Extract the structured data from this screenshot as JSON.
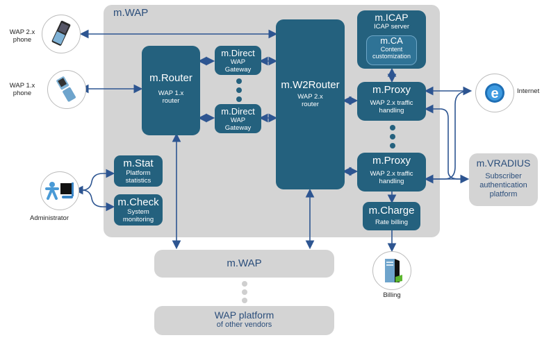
{
  "platform": {
    "title": "m.WAP"
  },
  "modules": {
    "router": {
      "title": "m.Router",
      "subtitle": "WAP 1.x router"
    },
    "direct1": {
      "title": "m.Direct",
      "subtitle": "WAP Gateway"
    },
    "direct2": {
      "title": "m.Direct",
      "subtitle": "WAP Gateway"
    },
    "w2router": {
      "title": "m.W2Router",
      "subtitle": "WAP 2.x router"
    },
    "icap": {
      "title": "m.ICAP",
      "subtitle": "ICAP server"
    },
    "ca": {
      "title": "m.CA",
      "subtitle": "Content customization"
    },
    "proxy1": {
      "title": "m.Proxy",
      "subtitle": "WAP 2.x traffic handling"
    },
    "proxy2": {
      "title": "m.Proxy",
      "subtitle": "WAP 2.x traffic handling"
    },
    "charge": {
      "title": "m.Charge",
      "subtitle": "Rate billing"
    },
    "stat": {
      "title": "m.Stat",
      "subtitle": "Platform statistics"
    },
    "check": {
      "title": "m.Check",
      "subtitle": "System monitoring"
    }
  },
  "external": {
    "vradius": {
      "title": "m.VRADIUS",
      "subtitle": "Subscriber authentication platform"
    },
    "mwap_other": {
      "title": "m.WAP"
    },
    "vendors": {
      "title": "WAP platform",
      "subtitle": "of other vendors"
    }
  },
  "actors": {
    "wap2_phone": "WAP 2.x phone",
    "wap1_phone": "WAP 1.x phone",
    "administrator": "Administrator",
    "internet": "Internet",
    "billing": "Billing"
  },
  "colors": {
    "module": "#24617e",
    "arrow": "#2d5591",
    "platform": "#d4d4d4",
    "text_dark": "#2a4d7a"
  }
}
